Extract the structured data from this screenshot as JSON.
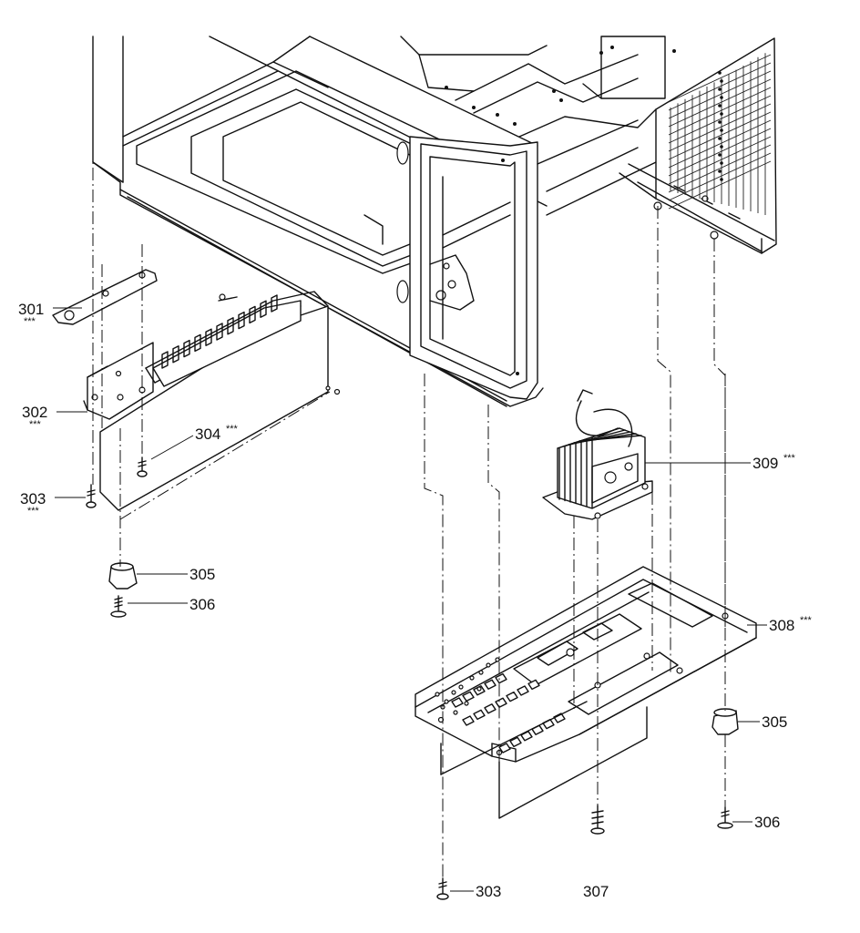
{
  "callouts": [
    {
      "id": "c301",
      "number": "301",
      "stars": "***"
    },
    {
      "id": "c302",
      "number": "302",
      "stars": "***"
    },
    {
      "id": "c303a",
      "number": "303",
      "stars": "***"
    },
    {
      "id": "c304",
      "number": "304",
      "stars": "***"
    },
    {
      "id": "c305a",
      "number": "305",
      "stars": ""
    },
    {
      "id": "c306a",
      "number": "306",
      "stars": ""
    },
    {
      "id": "c309",
      "number": "309",
      "stars": "***"
    },
    {
      "id": "c308",
      "number": "308",
      "stars": "***"
    },
    {
      "id": "c305b",
      "number": "305",
      "stars": ""
    },
    {
      "id": "c306b",
      "number": "306",
      "stars": ""
    },
    {
      "id": "c303b",
      "number": "303",
      "stars": ""
    },
    {
      "id": "c307",
      "number": "307",
      "stars": ""
    }
  ]
}
